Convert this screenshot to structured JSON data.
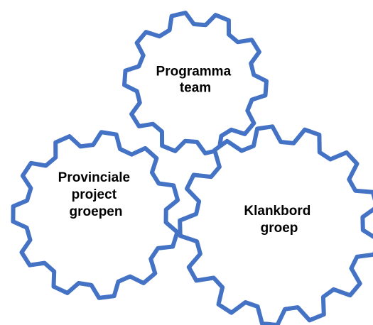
{
  "colors": {
    "gear_outline": "#4472C4",
    "gear_fill": "#FFFFFF",
    "label_text": "#000000"
  },
  "gears": [
    {
      "id": "programma-team",
      "label_lines": [
        "Programma",
        "team"
      ]
    },
    {
      "id": "provinciale-project-groepen",
      "label_lines": [
        "Provinciale",
        "project",
        "groepen"
      ]
    },
    {
      "id": "klankbord-groep",
      "label_lines": [
        "Klankbord",
        "groep"
      ]
    }
  ]
}
